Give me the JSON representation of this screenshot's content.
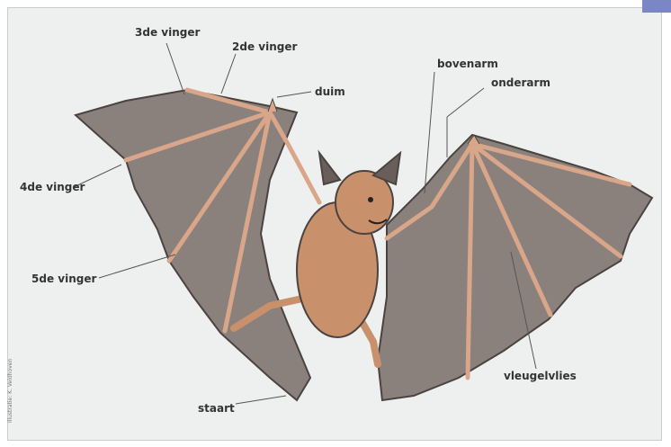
{
  "labels": {
    "finger3": "3de vinger",
    "finger2": "2de vinger",
    "thumb": "duim",
    "upper_arm": "bovenarm",
    "forearm": "onderarm",
    "finger4": "4de vinger",
    "finger5": "5de vinger",
    "wing_membrane": "vleugelvlies",
    "tail": "staart"
  },
  "credit": "Illustratie: K. Veldhoven",
  "colors": {
    "background": "#eef0ef",
    "wing": "#8a817d",
    "body": "#c8906b",
    "bone": "#d9a68a",
    "leader_line": "#555555"
  }
}
